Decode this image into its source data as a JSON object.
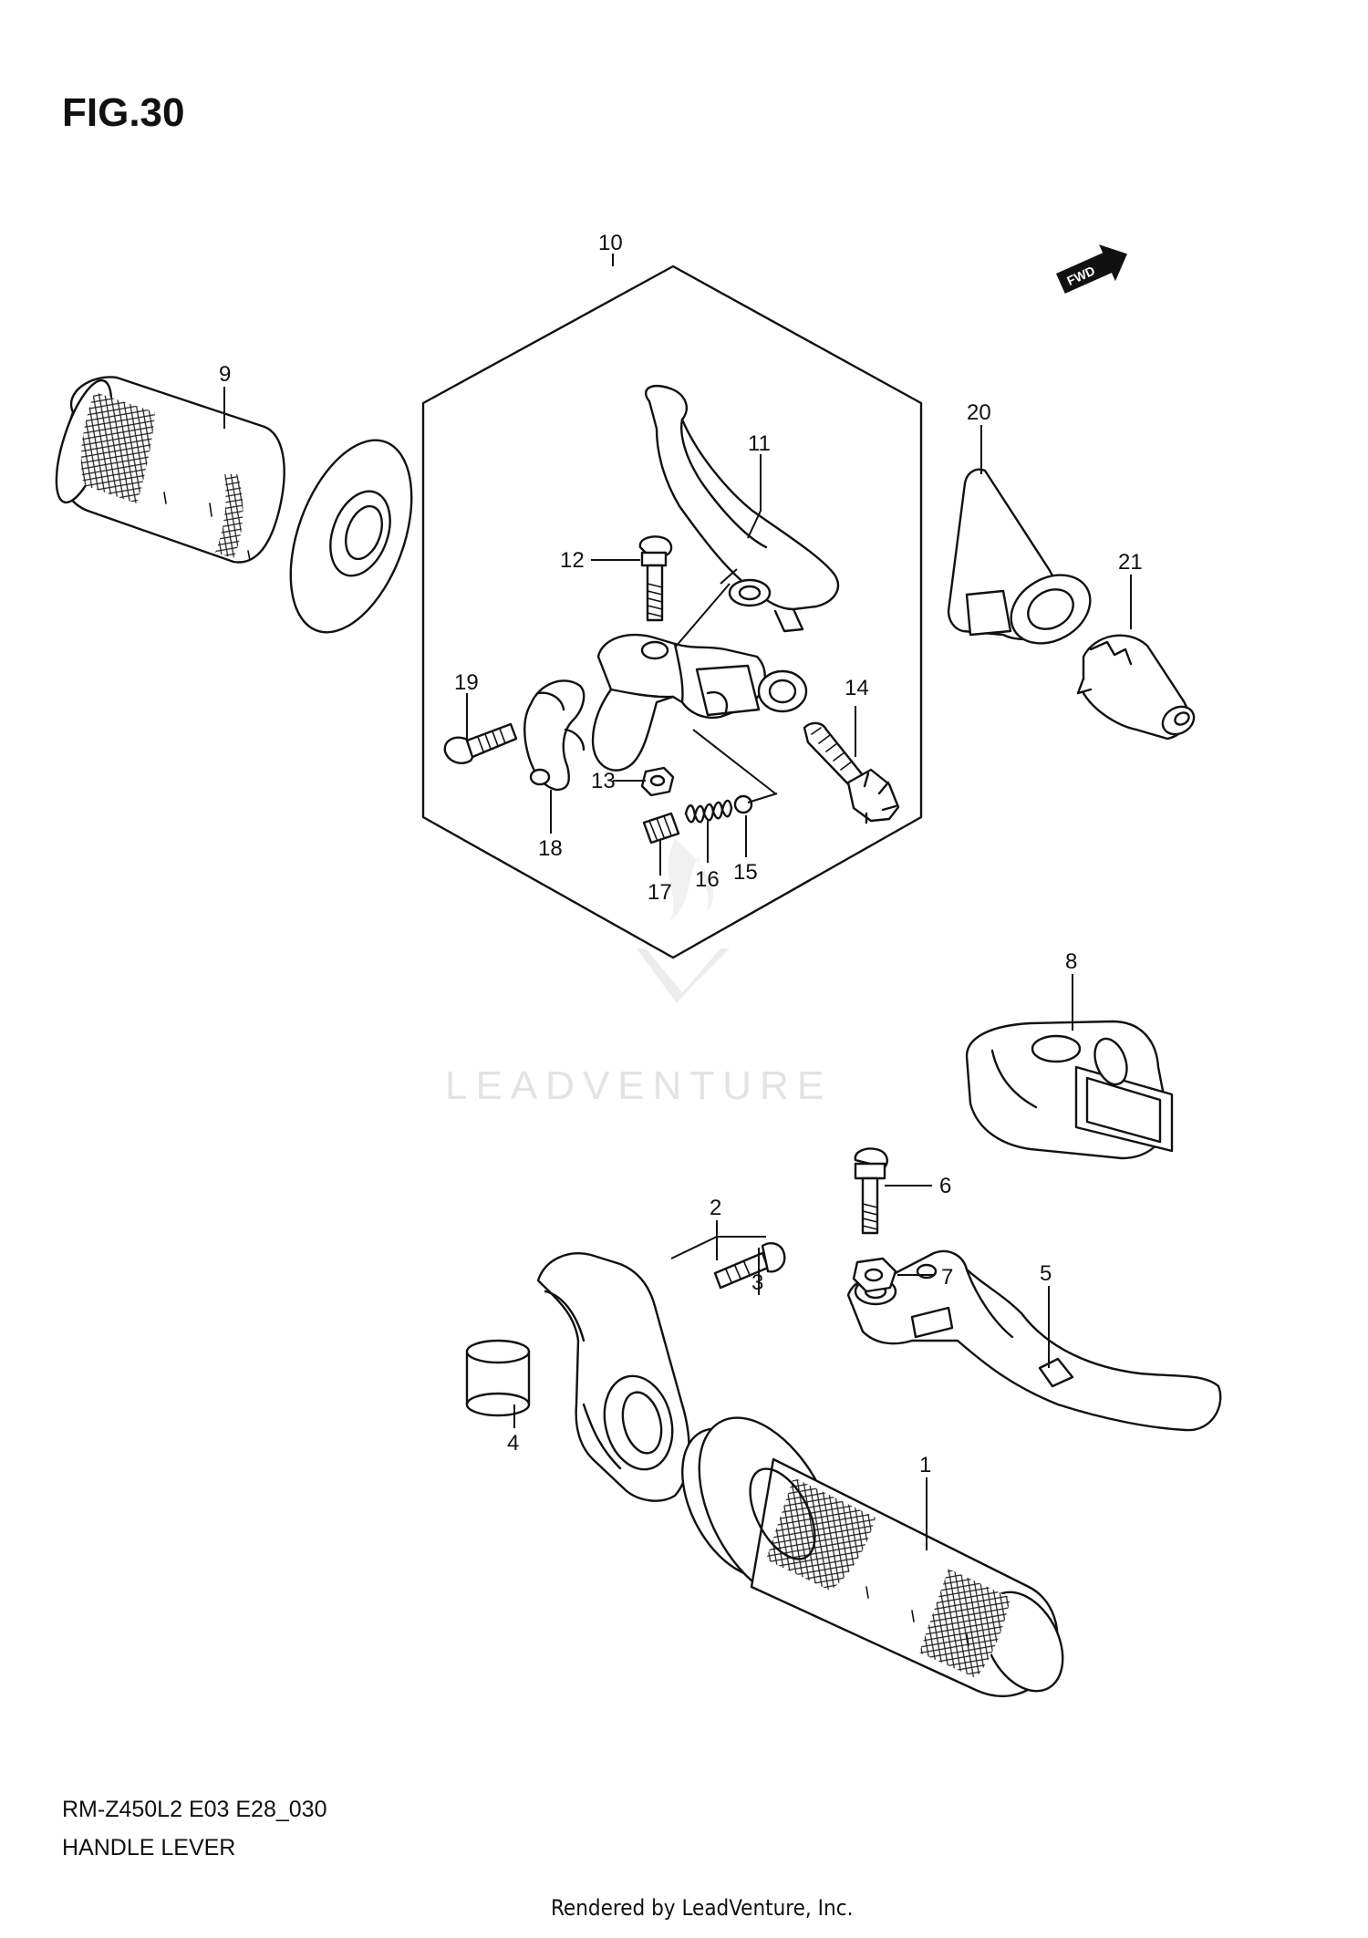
{
  "figure": {
    "title": "FIG.30",
    "model_code": "RM-Z450L2 E03 E28_030",
    "caption": "HANDLE LEVER",
    "footer": "Rendered by LeadVenture, Inc.",
    "watermark": "LEADVENTURE",
    "direction_marker": "FWD"
  },
  "callouts": [
    {
      "id": "1",
      "label": "1"
    },
    {
      "id": "2",
      "label": "2"
    },
    {
      "id": "3",
      "label": "3"
    },
    {
      "id": "4",
      "label": "4"
    },
    {
      "id": "5",
      "label": "5"
    },
    {
      "id": "6",
      "label": "6"
    },
    {
      "id": "7",
      "label": "7"
    },
    {
      "id": "8",
      "label": "8"
    },
    {
      "id": "9",
      "label": "9"
    },
    {
      "id": "10",
      "label": "10"
    },
    {
      "id": "11",
      "label": "11"
    },
    {
      "id": "12",
      "label": "12"
    },
    {
      "id": "13",
      "label": "13"
    },
    {
      "id": "14",
      "label": "14"
    },
    {
      "id": "15",
      "label": "15"
    },
    {
      "id": "16",
      "label": "16"
    },
    {
      "id": "17",
      "label": "17"
    },
    {
      "id": "18",
      "label": "18"
    },
    {
      "id": "19",
      "label": "19"
    },
    {
      "id": "20",
      "label": "20"
    },
    {
      "id": "21",
      "label": "21"
    }
  ]
}
